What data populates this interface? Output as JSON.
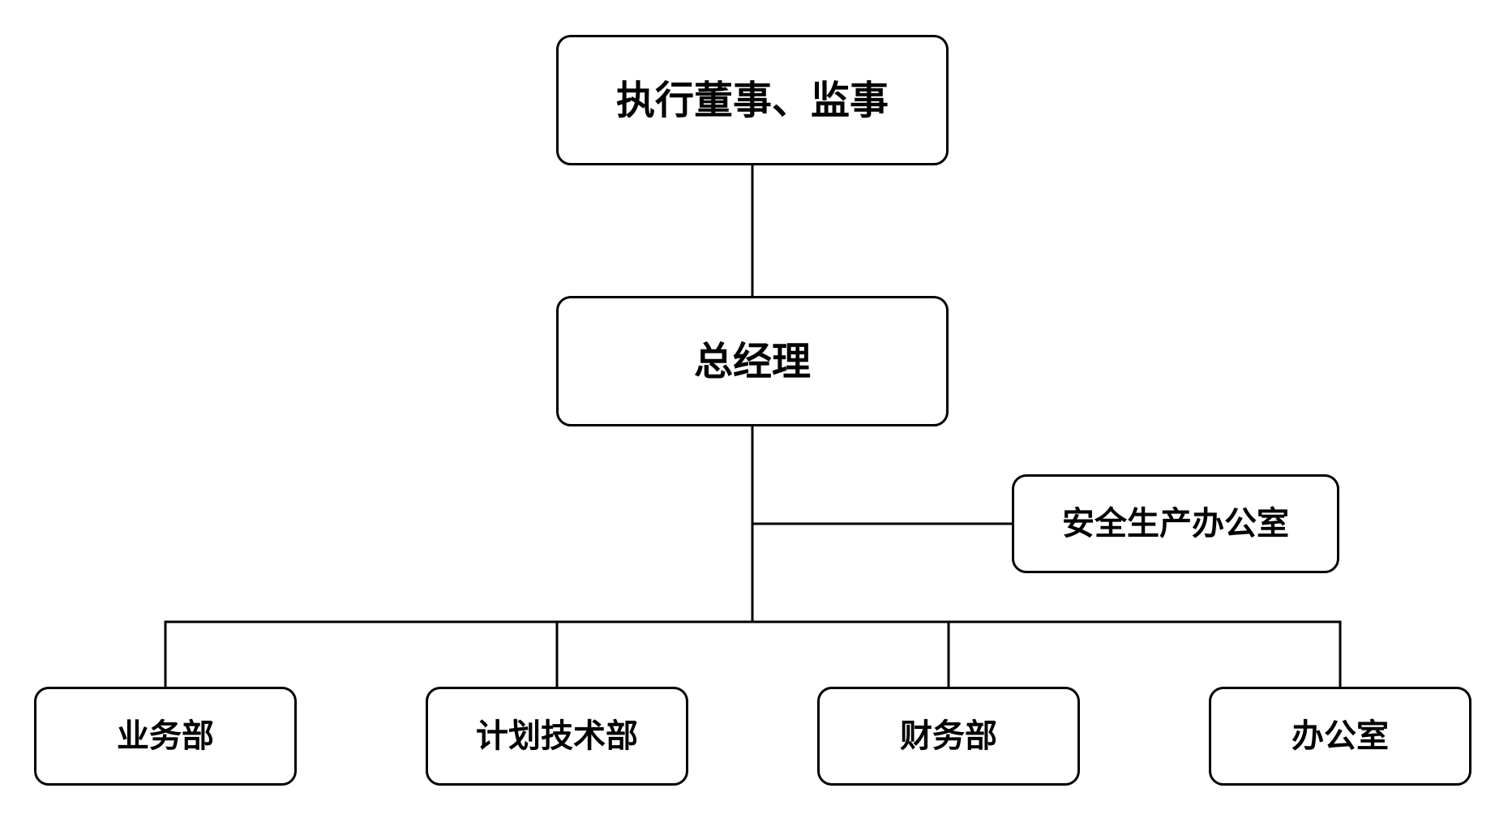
{
  "diagram": {
    "nodes": {
      "board": "执行董事、监事",
      "gm": "总经理",
      "safety": "安全生产办公室",
      "business": "业务部",
      "planning": "计划技术部",
      "finance": "财务部",
      "office": "办公室"
    },
    "edges": [
      {
        "from": "board",
        "to": "gm"
      },
      {
        "from": "gm",
        "to": "safety"
      },
      {
        "from": "gm",
        "to": "business"
      },
      {
        "from": "gm",
        "to": "planning"
      },
      {
        "from": "gm",
        "to": "finance"
      },
      {
        "from": "gm",
        "to": "office"
      }
    ],
    "colors": {
      "line": "#000000",
      "box_border": "#000000",
      "box_fill": "#ffffff",
      "text": "#000000"
    }
  }
}
